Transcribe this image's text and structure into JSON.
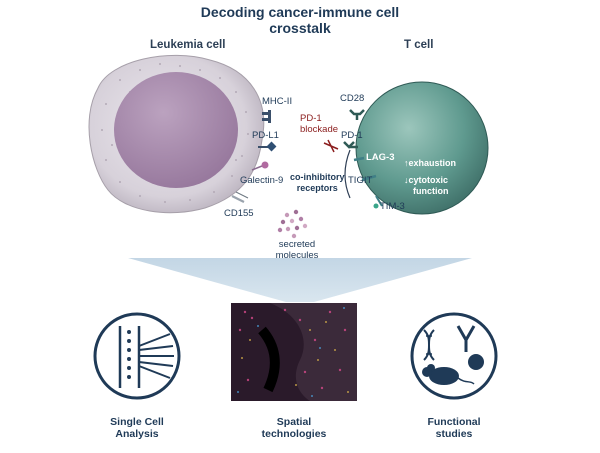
{
  "title_line1": "Decoding cancer-immune cell",
  "title_line2": "crosstalk",
  "leukemia": {
    "label": "Leukemia cell"
  },
  "tcell": {
    "label": "T cell"
  },
  "molecules": {
    "mhc2": "MHC-II",
    "pdl1": "PD-L1",
    "galectin9": "Galectin-9",
    "cd155": "CD155",
    "cd28": "CD28",
    "pd1_blockade_l1": "PD-1",
    "pd1_blockade_l2": "blockade",
    "pd1": "PD-1",
    "lag3": "LAG-3",
    "tigit": "TIGIT",
    "tim3": "TIM-3",
    "coinhib_l1": "co-inhibitory",
    "coinhib_l2": "receptors",
    "exhaustion": "↑exhaustion",
    "cytotoxic_l1": "↓cytotoxic",
    "cytotoxic_l2": "function",
    "secreted_l1": "secreted",
    "secreted_l2": "molecules"
  },
  "approaches": [
    {
      "line1": "Single Cell",
      "line2": "Analysis"
    },
    {
      "line1": "Spatial",
      "line2": "technologies"
    },
    {
      "line1": "Functional",
      "line2": "studies"
    }
  ],
  "colors": {
    "navy": "#1f3a57",
    "leukemia_cytoplasm": "#d9d3dc",
    "leukemia_nucleus": "#a88aad",
    "tcell": "#4f8b82",
    "blockade_red": "#8b1d1d",
    "funnel": "#c9d9e6"
  }
}
